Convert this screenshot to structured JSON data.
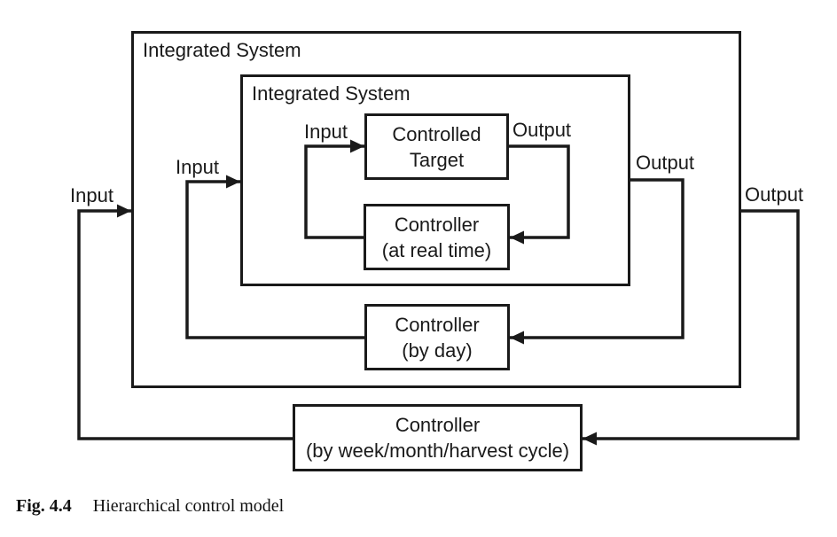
{
  "figure": {
    "caption_tag": "Fig. 4.4",
    "caption_text": "Hierarchical control model"
  },
  "diagram": {
    "outer_system_label": "Integrated System",
    "inner_system_label": "Integrated System",
    "nodes": {
      "controlled_target": {
        "line1": "Controlled",
        "line2": "Target"
      },
      "controller_realtime": {
        "line1": "Controller",
        "line2": "(at real time)"
      },
      "controller_by_day": {
        "line1": "Controller",
        "line2": "(by day)"
      },
      "controller_by_week": {
        "line1": "Controller",
        "line2": "(by week/month/harvest cycle)"
      }
    },
    "flow_labels": {
      "input_outer": "Input",
      "input_mid": "Input",
      "input_inner": "Input",
      "output_inner": "Output",
      "output_mid": "Output",
      "output_outer": "Output"
    },
    "colors": {
      "line": "#1a1a1a",
      "text": "#1a1a1a",
      "background": "#ffffff"
    }
  }
}
